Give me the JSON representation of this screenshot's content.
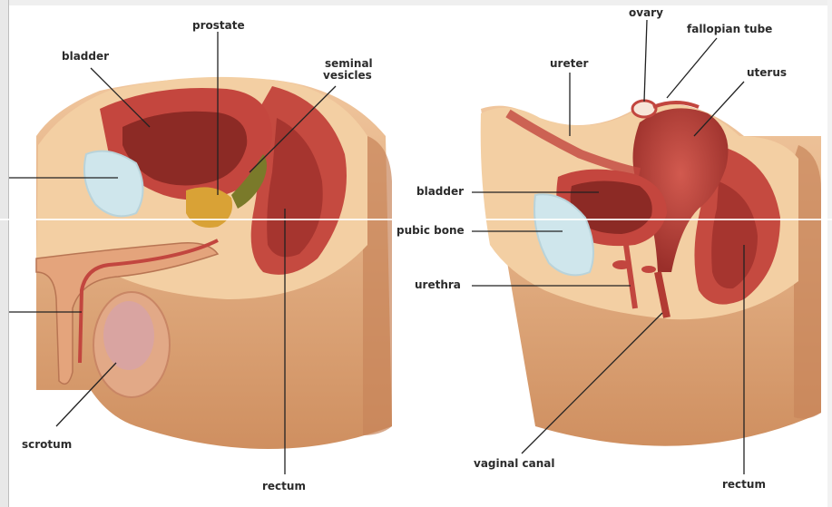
{
  "male": {
    "labels": {
      "bladder": "bladder",
      "prostate": "prostate",
      "seminal_vesicles_1": "seminal",
      "seminal_vesicles_2": "vesicles",
      "scrotum": "scrotum",
      "rectum": "rectum"
    }
  },
  "female": {
    "labels": {
      "ovary": "ovary",
      "fallopian_tube": "fallopian tube",
      "ureter": "ureter",
      "uterus": "uterus",
      "bladder": "bladder",
      "pubic_bone": "pubic bone",
      "urethra": "urethra",
      "vaginal_canal": "vaginal canal",
      "rectum": "rectum"
    }
  },
  "colors": {
    "skin": "#e9b488",
    "skin_dark": "#c98a5c",
    "tissue": "#f1c99b",
    "muscle": "#c2463f",
    "organ_dark": "#8e2a26",
    "bone": "#cfe6ec",
    "gland": "#d9a236",
    "label": "#2b2b2b"
  }
}
